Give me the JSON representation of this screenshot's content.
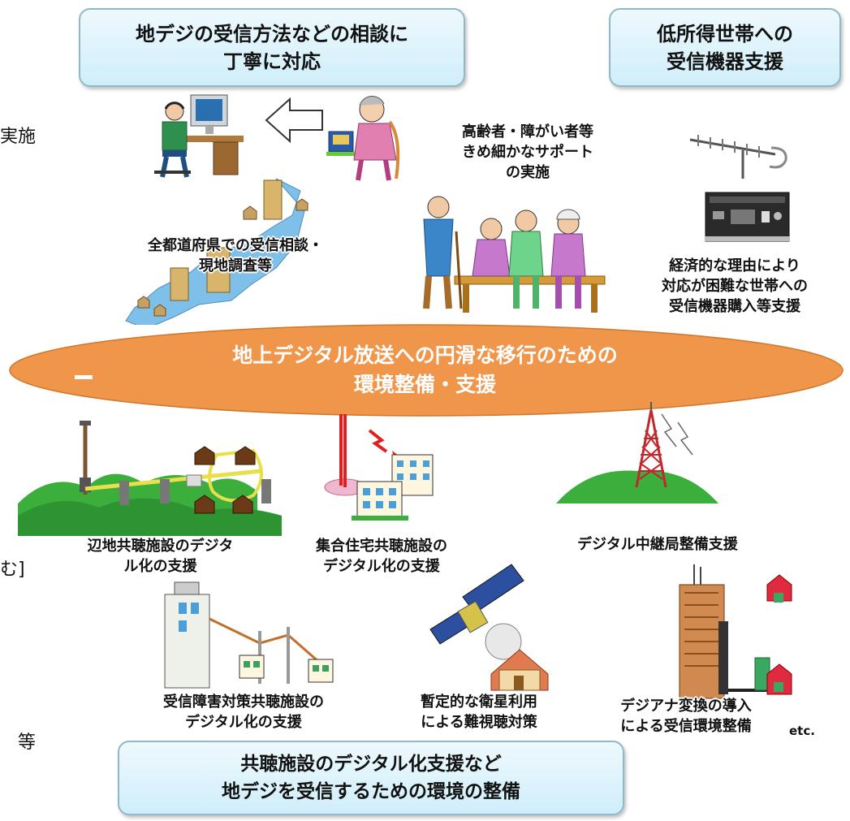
{
  "top_left_box": {
    "line1": "地デジの受信方法などの相談に",
    "line2": "丁寧に対応"
  },
  "top_right_box": {
    "line1": "低所得世帯への",
    "line2": "受信機器支援"
  },
  "elderly_support": {
    "line1": "高齢者・障がい者等",
    "line2": "きめ細かなサポート",
    "line3": "の実施"
  },
  "prefecture_consult": {
    "line1": "全都道府県での受信相談・",
    "line2": "現地調査等"
  },
  "economic_support": {
    "line1": "経済的な理由により",
    "line2": "対応が困難な世帯への",
    "line3": "受信機器購入等支援"
  },
  "center_ellipse": {
    "line1": "地上デジタル放送への円滑な移行のための",
    "line2": "環境整備・支援"
  },
  "remote_area": {
    "line1": "辺地共聴施設のデジタ",
    "line2": "ル化の支援"
  },
  "apartment": {
    "line1": "集合住宅共聴施設の",
    "line2": "デジタル化の支援"
  },
  "relay_station": {
    "line1": "デジタル中継局整備支援"
  },
  "interference": {
    "line1": "受信障害対策共聴施設の",
    "line2": "デジタル化の支援"
  },
  "satellite": {
    "line1": "暫定的な衛星利用",
    "line2": "による難視聴対策"
  },
  "digiana": {
    "line1": "デジアナ変換の導入",
    "line2": "による受信環境整備"
  },
  "etc": "etc.",
  "bottom_box": {
    "line1": "共聴施設のデジタル化支援など",
    "line2": "地デジを受信するための環境の整備"
  },
  "edge_fragments": {
    "top": "実施",
    "middle": "む]",
    "bottom": "等"
  },
  "colors": {
    "ellipse": "#f0964a",
    "box_border": "#8fb8c9",
    "hill": "#3cae3c",
    "tower": "#c0282d"
  }
}
